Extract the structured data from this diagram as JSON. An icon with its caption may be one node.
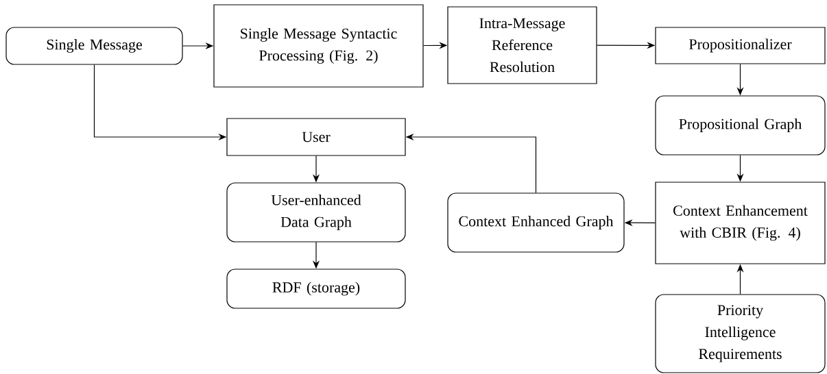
{
  "diagram": {
    "nodes": [
      {
        "text": [
          "Single Message"
        ]
      },
      {
        "text": [
          "Single Message Syntactic Processing (Fig. 2)"
        ]
      },
      {
        "text": [
          "Intra-Message Reference Resolution"
        ]
      },
      {
        "text": [
          "Propositionalizer"
        ]
      },
      {
        "text": [
          "Propositional Graph"
        ]
      },
      {
        "text": [
          "Context Enhancement with CBIR (Fig. 4)"
        ]
      },
      {
        "text": [
          "Priority Intelligence Requirements"
        ]
      },
      {
        "text": [
          "User"
        ]
      },
      {
        "text": [
          "User-enhanced Data Graph"
        ]
      },
      {
        "text": [
          "RDF (storage)"
        ]
      },
      {
        "text": [
          "Context Enhanced Graph"
        ]
      }
    ],
    "edges": [
      {
        "from": 0,
        "to": 1,
        "arrow": "to"
      },
      {
        "from": 1,
        "to": 2,
        "arrow": "to"
      },
      {
        "from": 2,
        "to": 3,
        "arrow": "to"
      },
      {
        "from": 3,
        "to": 4,
        "arrow": "to"
      },
      {
        "from": 4,
        "to": 5,
        "arrow": "to"
      },
      {
        "from": 6,
        "to": 5,
        "arrow": "to"
      },
      {
        "from": 5,
        "to": 10,
        "arrow": "to"
      },
      {
        "from": 10,
        "to": 7,
        "arrow": "to"
      },
      {
        "from": 0,
        "to": 7,
        "arrow": "to"
      },
      {
        "from": 7,
        "to": 8,
        "arrow": "to"
      },
      {
        "from": 8,
        "to": 9,
        "arrow": "to"
      }
    ]
  }
}
